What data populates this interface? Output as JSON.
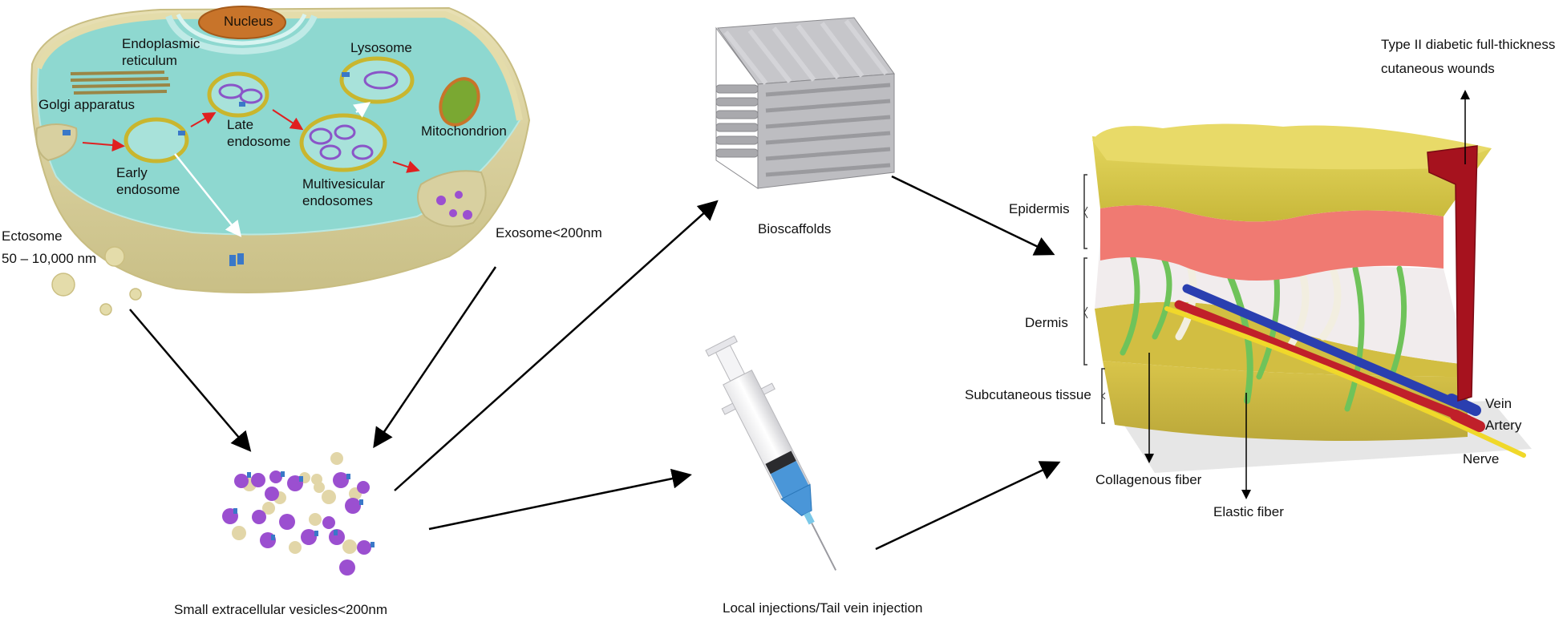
{
  "cell": {
    "nucleus": "Nucleus",
    "er_line1": "Endoplasmic",
    "er_line2": "reticulum",
    "golgi": "Golgi apparatus",
    "lysosome": "Lysosome",
    "late_line1": "Late",
    "late_line2": "endosome",
    "mitochondrion": "Mitochondrion",
    "early_line1": "Early",
    "early_line2": "endosome",
    "mve_line1": "Multivesicular",
    "mve_line2": "endosomes",
    "ectosome_line1": "Ectosome",
    "ectosome_line2": "50 – 10,000 nm",
    "exosome": "Exosome<200nm"
  },
  "vesicles_label": "Small extracellular vesicles<200nm",
  "scaffold_label": "Bioscaffolds",
  "injection_label": "Local injections/Tail vein injection",
  "skin": {
    "title_line1": "Type II diabetic full-thickness",
    "title_line2": "cutaneous wounds",
    "epidermis": "Epidermis",
    "dermis": "Dermis",
    "subcutaneous": "Subcutaneous tissue",
    "vein": "Vein",
    "artery": "Artery",
    "nerve": "Nerve",
    "collagenous": "Collagenous fiber",
    "elastic": "Elastic fiber"
  },
  "colors": {
    "cytoplasm": "#8ed8d0",
    "membrane": "#e4dcaa",
    "nucleus": "#c8742a",
    "endosome_ring": "#c9b62e",
    "vesicle_purple": "#9b4fd0",
    "vesicle_beige": "#e2d6a8",
    "epidermis": "#d6c84a",
    "dermis_pink": "#f07a72",
    "vein": "#2a3fb0",
    "artery": "#c0202a",
    "nerve": "#f0d82a",
    "fiber_green": "#6fc35a"
  }
}
